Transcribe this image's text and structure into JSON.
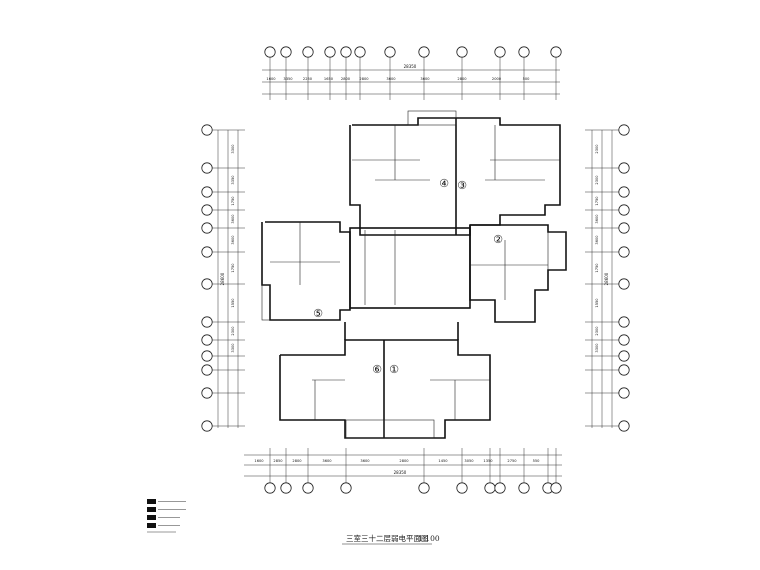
{
  "drawing_title": "三室三十二层弱电平面图",
  "scale": "1:100",
  "top_total": "28350",
  "bottom_total": "28350",
  "left_total": "28600",
  "right_total": "28600",
  "top_dims": [
    "1600",
    "3350",
    "2250",
    "1650",
    "2800",
    "2800",
    "3600",
    "3600",
    "2800",
    "2000",
    "500"
  ],
  "bottom_dims": [
    "1600",
    "2850",
    "2800",
    "3600",
    "3600",
    "2800",
    "1450",
    "3050",
    "1350",
    "2750",
    "550"
  ],
  "left_dims": [
    "3300",
    "3350",
    "1750",
    "3600",
    "3600",
    "1750",
    "1550",
    "2300",
    "3300"
  ],
  "right_dims": [
    "2300",
    "2300",
    "1750",
    "3600",
    "3600",
    "1750",
    "1550",
    "2300",
    "3300"
  ],
  "unit_numbers": [
    "①",
    "②",
    "③",
    "④",
    "⑤",
    "⑥"
  ],
  "legend_rows": [
    "",
    "",
    "",
    ""
  ]
}
